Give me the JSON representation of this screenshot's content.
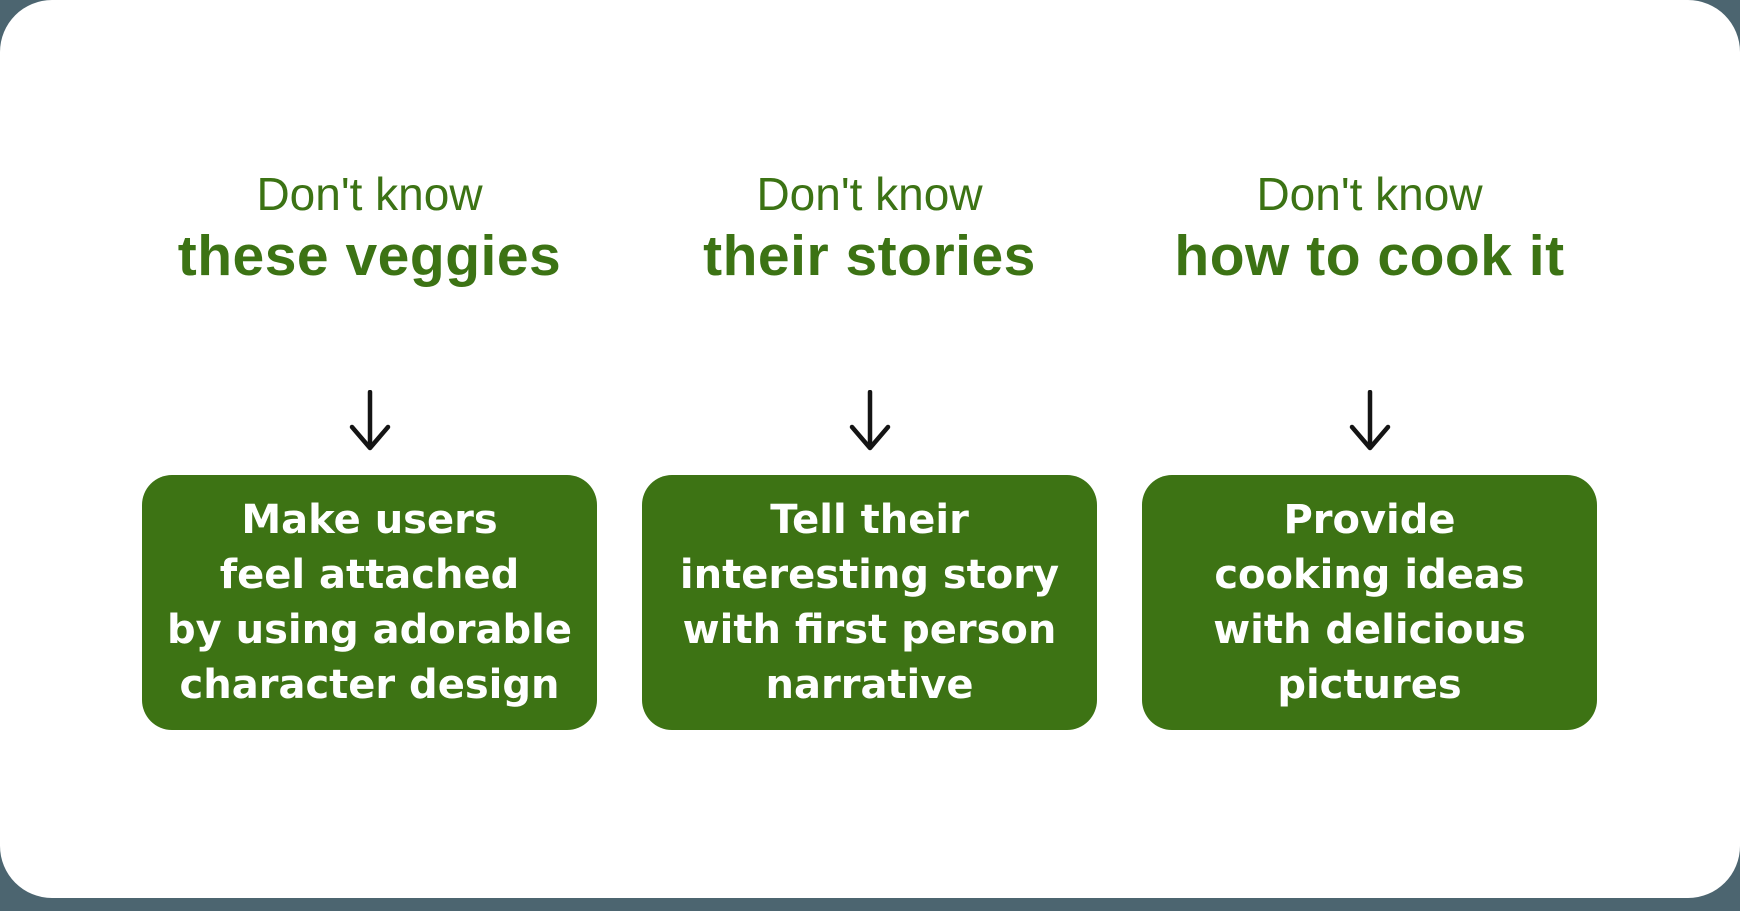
{
  "colors": {
    "background_slate": "#4C6570",
    "card_white": "#FFFFFF",
    "heading_green": "#3C7314",
    "box_green": "#3D7314",
    "arrow_black": "#141414",
    "box_text_white": "#FFFFFF"
  },
  "columns": [
    {
      "heading_top": "Don't know",
      "heading_bottom": "these veggies",
      "box_lines": [
        "Make users",
        "feel attached",
        "by using adorable",
        "character design"
      ]
    },
    {
      "heading_top": "Don't know",
      "heading_bottom": "their stories",
      "box_lines": [
        "Tell their",
        "interesting story",
        "with first person",
        "narrative"
      ]
    },
    {
      "heading_top": "Don't know",
      "heading_bottom": "how to cook it",
      "box_lines": [
        "Provide",
        "cooking ideas",
        "with delicious",
        "pictures"
      ]
    }
  ]
}
